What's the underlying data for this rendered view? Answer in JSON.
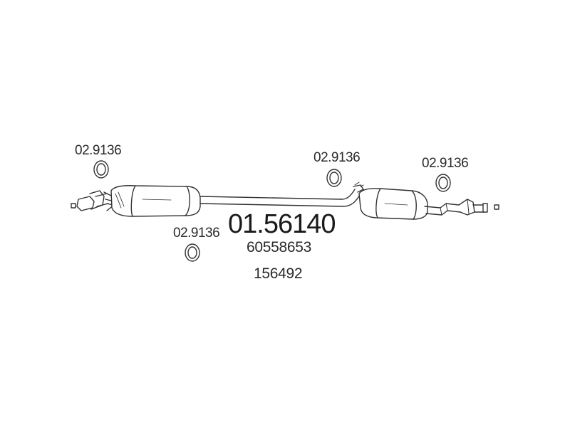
{
  "part_number": "01.56140",
  "oem_numbers": [
    "60558653",
    "156492"
  ],
  "gaskets": [
    {
      "label": "02.9136"
    },
    {
      "label": "02.9136"
    },
    {
      "label": "02.9136"
    },
    {
      "label": "02.9136"
    }
  ]
}
